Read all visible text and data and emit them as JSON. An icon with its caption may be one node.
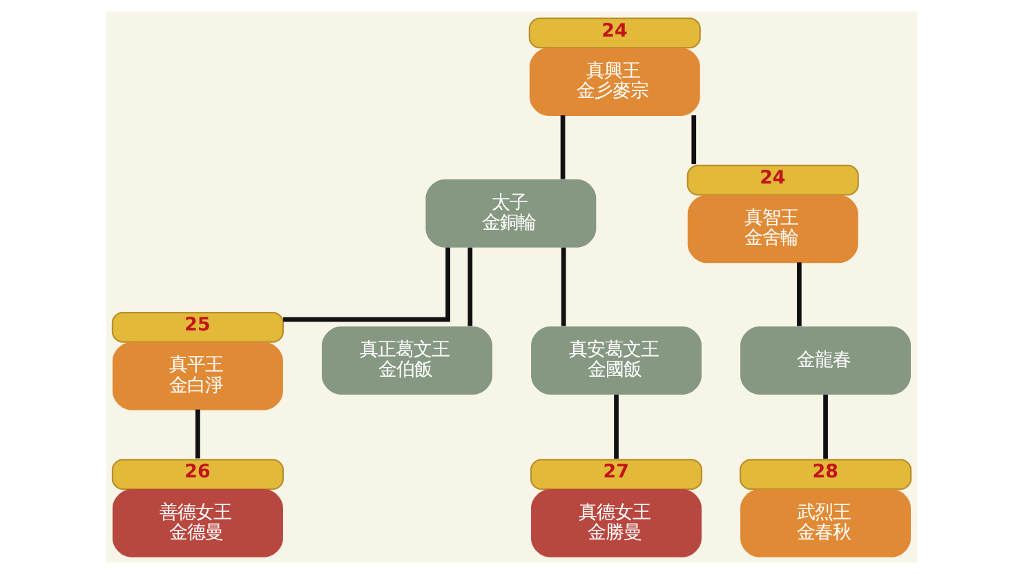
{
  "diagram": {
    "nodes": [
      {
        "text": [
          "真興王",
          "金彡麥宗"
        ],
        "beside": [
          "24"
        ]
      },
      {
        "text": [
          "太子",
          "金銅輪"
        ]
      },
      {
        "text": [
          "真智王",
          "金舍輪"
        ],
        "beside": [
          "24"
        ]
      },
      {
        "text": [
          "真平王",
          "金白淨"
        ],
        "beside": [
          "25"
        ]
      },
      {
        "text": [
          "真正葛文王",
          "金伯飯"
        ]
      },
      {
        "text": [
          "真安葛文王",
          "金國飯"
        ]
      },
      {
        "text": [
          "金龍春"
        ]
      },
      {
        "text": [
          "善德女王",
          "金德曼"
        ],
        "beside": [
          "26"
        ]
      },
      {
        "text": [
          "真德女王",
          "金勝曼"
        ],
        "beside": [
          "27"
        ]
      },
      {
        "text": [
          "武烈王",
          "金春秋"
        ],
        "beside": [
          "28"
        ]
      }
    ],
    "edges": [
      {
        "from": 0,
        "to": 1,
        "arrow": "none"
      },
      {
        "from": 0,
        "to": 2,
        "arrow": "none"
      },
      {
        "from": 1,
        "to": 3,
        "arrow": "none"
      },
      {
        "from": 1,
        "to": 4,
        "arrow": "none"
      },
      {
        "from": 1,
        "to": 5,
        "arrow": "none"
      },
      {
        "from": 2,
        "to": 6,
        "arrow": "none"
      },
      {
        "from": 3,
        "to": 7,
        "arrow": "none"
      },
      {
        "from": 5,
        "to": 8,
        "arrow": "none"
      },
      {
        "from": 6,
        "to": 9,
        "arrow": "none"
      }
    ]
  }
}
